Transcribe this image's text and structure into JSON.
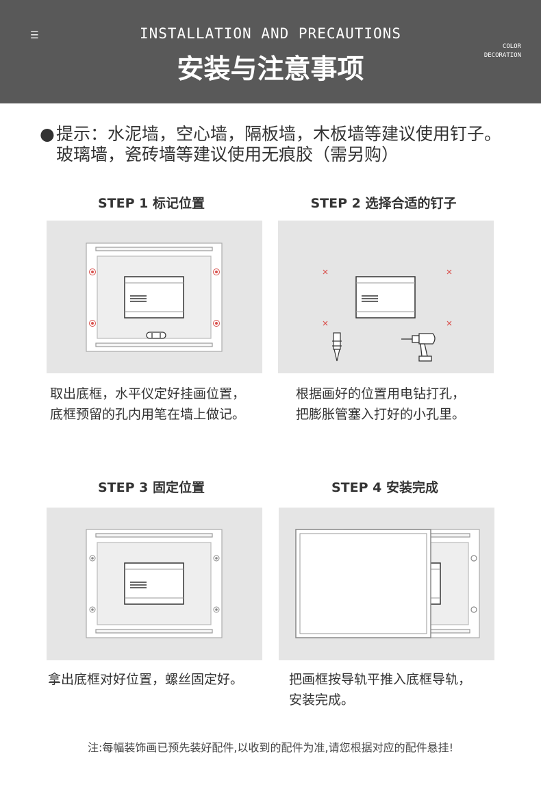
{
  "header": {
    "menu_icon": "menu-icon",
    "title_en": "INSTALLATION AND PRECAUTIONS",
    "title_cn": "安装与注意事项",
    "decoration_line1": "COLOR",
    "decoration_line2": "DECORATION",
    "background": "#595959"
  },
  "tip": {
    "bullet": "●",
    "text": "提示：水泥墙，空心墙，隔板墙，木板墙等建议使用钉子。玻璃墙，瓷砖墙等建议使用无痕胶（需另购）"
  },
  "steps": [
    {
      "title": "STEP 1 标记位置",
      "desc_line1": "取出底框，水平仪定好挂画位置，",
      "desc_line2": "底框预留的孔内用笔在墙上做记。"
    },
    {
      "title": "STEP 2 选择合适的钉子",
      "desc_line1": "根据画好的位置用电钻打孔，",
      "desc_line2": "把膨胀管塞入打好的小孔里。"
    },
    {
      "title": "STEP 3 固定位置",
      "desc_line1": "拿出底框对好位置，螺丝固定好。",
      "desc_line2": ""
    },
    {
      "title": "STEP 4 安装完成",
      "desc_line1": "把画框按导轨平推入底框导轨，",
      "desc_line2": "安装完成。"
    }
  ],
  "note": "注:每幅装饰画已预先装好配件,以收到的配件为准,请您根据对应的配件悬挂!",
  "colors": {
    "panel_bg": "#e5e5e5",
    "accent_red": "#d9534f"
  }
}
